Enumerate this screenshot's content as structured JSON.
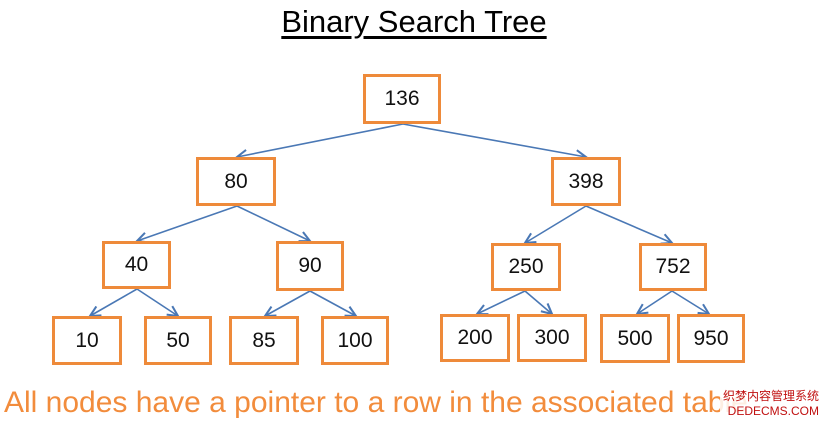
{
  "title": "Binary Search Tree",
  "colors": {
    "node_border": "#ee8a3a",
    "edge": "#4a78b5",
    "footer_text": "#f28c3c"
  },
  "tree": {
    "root": "136",
    "level1": [
      "80",
      "398"
    ],
    "level2": [
      "40",
      "90",
      "250",
      "752"
    ],
    "level3": [
      "10",
      "50",
      "85",
      "100",
      "200",
      "300",
      "500",
      "950"
    ]
  },
  "footer": "All nodes have a pointer to a row in the associated table",
  "watermark": {
    "line1": "织梦内容管理系统",
    "line2": "DEDECMS.COM"
  }
}
